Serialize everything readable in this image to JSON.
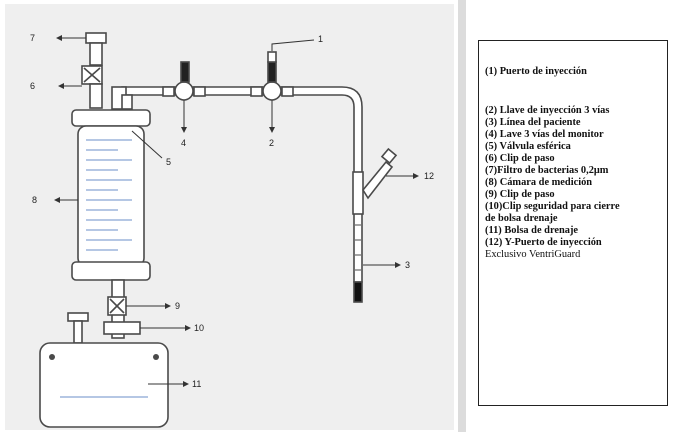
{
  "callouts": [
    "1",
    "2",
    "3",
    "4",
    "5",
    "6",
    "7",
    "8",
    "9",
    "10",
    "11",
    "12"
  ],
  "legend": [
    "(1) Puerto de inyección",
    "(2) Llave de inyección 3 vías",
    "(3) Línea del paciente",
    "(4) Lave 3 vías del monitor",
    "(5) Válvula esférica",
    "(6) Clip de paso",
    "(7)Filtro de bacterias 0,2μm",
    "(8) Cámara de medición",
    "(9) Clip de paso",
    "(10)Clip seguridad para cierre",
    "de bolsa drenaje",
    "(11) Bolsa de drenaje",
    "(12) Y-Puerto de inyección",
    "Exclusivo VentriGuard"
  ],
  "colors": {
    "line": "#4a4a4a",
    "accent": "#6b8fc9",
    "tip": "#111111",
    "panel": "#efefef"
  }
}
